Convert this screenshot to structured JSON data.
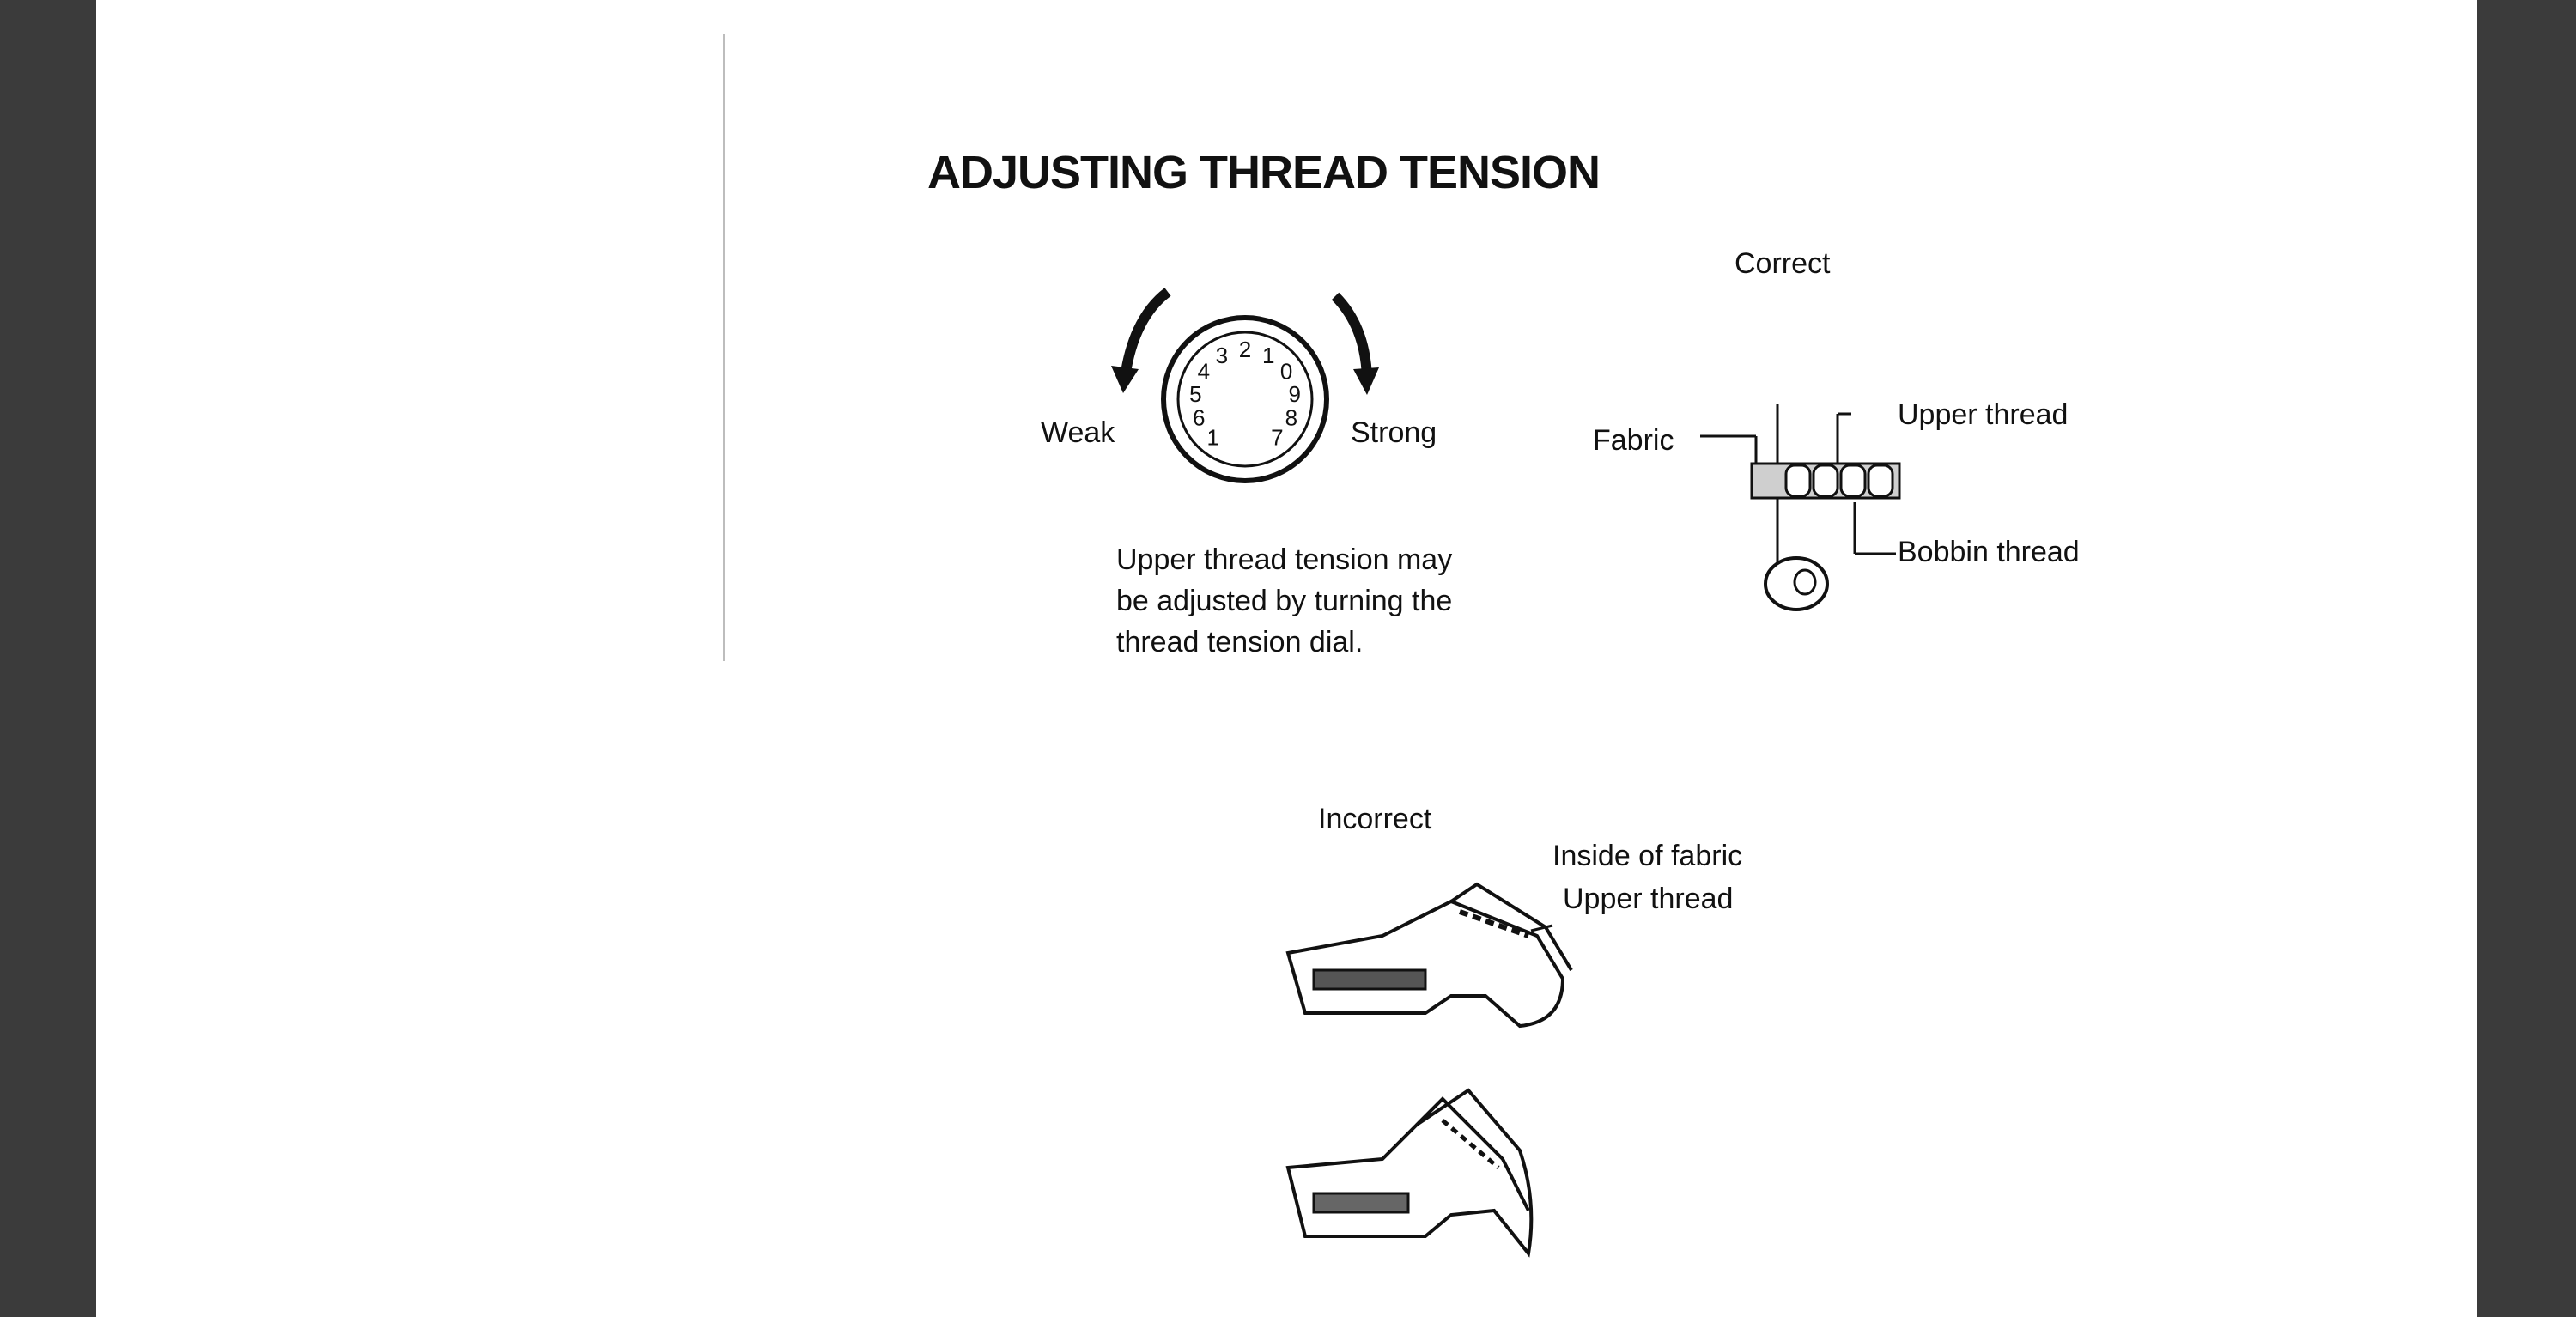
{
  "page": {
    "title": "ADJUSTING THREAD TENSION"
  },
  "dial": {
    "weak_label": "Weak",
    "strong_label": "Strong",
    "numbers": [
      "1",
      "6",
      "5",
      "4",
      "3",
      "2",
      "1",
      "0",
      "9",
      "8",
      "7"
    ],
    "description": "Upper thread tension may be adjusted by turning the thread tension dial."
  },
  "correct": {
    "heading": "Correct",
    "fabric_label": "Fabric",
    "upper_thread_label": "Upper thread",
    "bobbin_thread_label": "Bobbin thread"
  },
  "incorrect": {
    "heading": "Incorrect",
    "inside_label": "Inside of fabric",
    "upper_thread_label": "Upper thread"
  }
}
